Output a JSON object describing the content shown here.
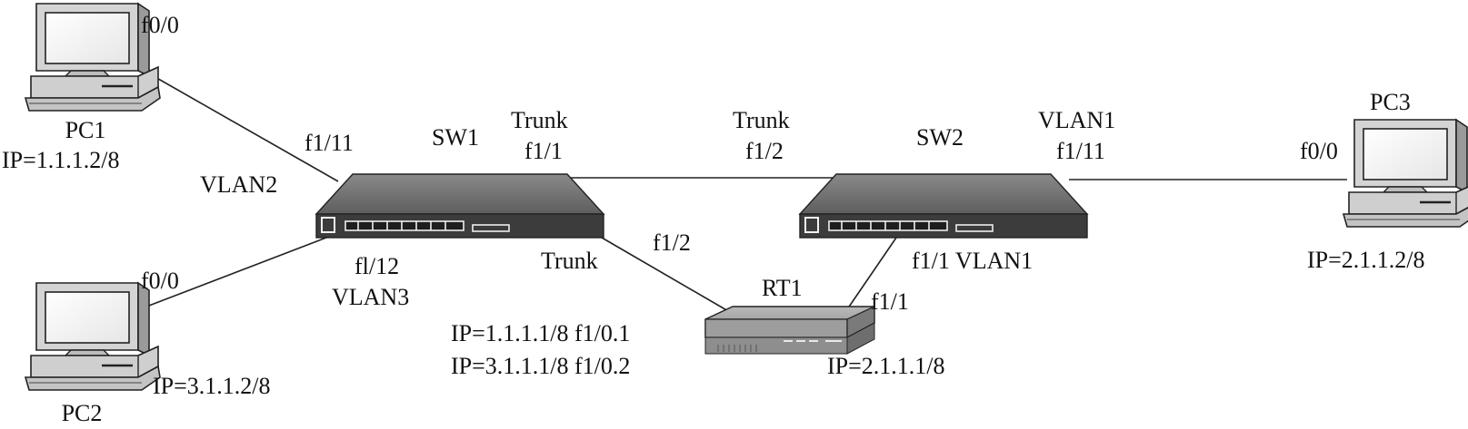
{
  "devices": {
    "pc1": {
      "name": "PC1",
      "ip": "IP=1.1.1.2/8",
      "port": "f0/0"
    },
    "pc2": {
      "name": "PC2",
      "ip": "IP=3.1.1.2/8",
      "port": "f0/0"
    },
    "pc3": {
      "name": "PC3",
      "ip": "IP=2.1.1.2/8",
      "port": "f0/0"
    },
    "sw1": {
      "name": "SW1"
    },
    "sw2": {
      "name": "SW2"
    },
    "rt1": {
      "name": "RT1"
    }
  },
  "labels": {
    "sw1_f1_11": "f1/11",
    "sw1_vlan2": "VLAN2",
    "sw1_trunk_top": "Trunk",
    "sw1_f1_1": "f1/1",
    "sw1_f1_12": "fl/12",
    "sw1_vlan3": "VLAN3",
    "sw1_trunk_bottom": "Trunk",
    "sw2_trunk": "Trunk",
    "sw2_f1_2": "f1/2",
    "sw2_vlan1_top": "VLAN1",
    "sw2_f1_11": "f1/11",
    "sw2_f1_1_vlan1": "f1/1 VLAN1",
    "rt1_f1_2": "f1/2",
    "rt1_f1_1": "f1/1",
    "rt1_sub1": "IP=1.1.1.1/8 f1/0.1",
    "rt1_sub2": "IP=3.1.1.1/8 f1/0.2",
    "rt1_ip": "IP=2.1.1.1/8"
  }
}
